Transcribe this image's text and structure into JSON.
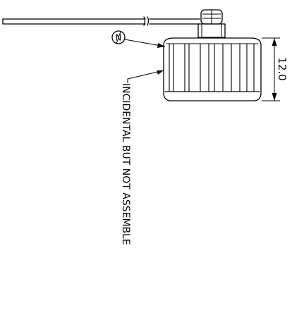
{
  "drawing": {
    "dimension_height": "12.0",
    "balloon_symbol": "N",
    "note_text": "INCIDENTAL BUT NOT ASSEMBLE"
  }
}
